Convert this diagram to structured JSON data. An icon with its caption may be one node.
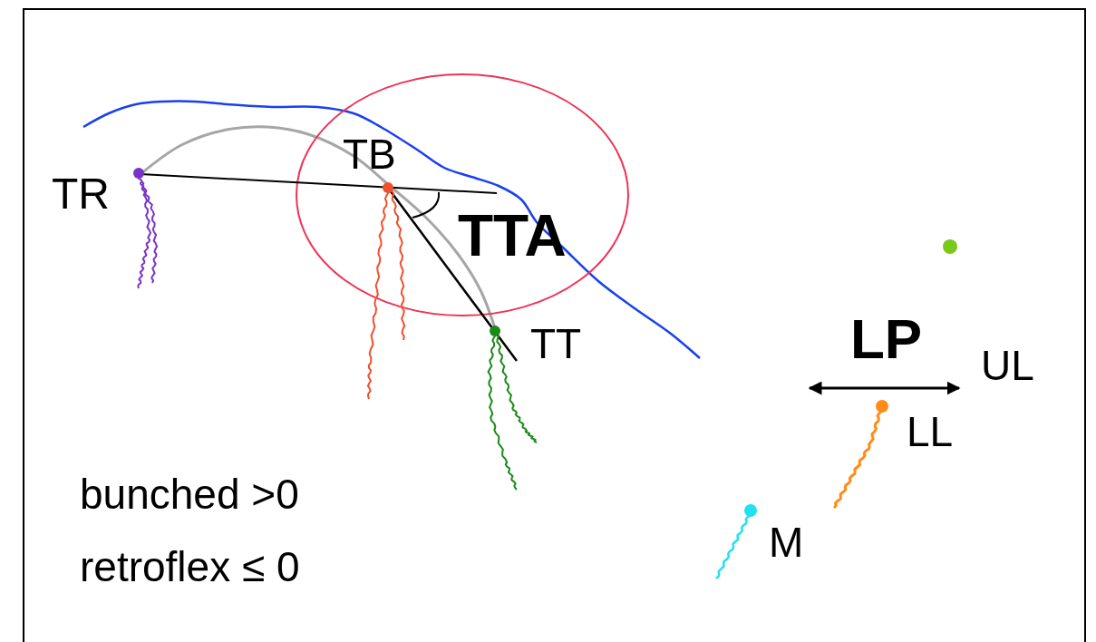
{
  "diagram": {
    "labels": [
      "TR",
      "TB",
      "TTA",
      "TT",
      "LP",
      "UL",
      "LL",
      "M",
      "bunched >0",
      "retroflex ≤ 0"
    ]
  }
}
